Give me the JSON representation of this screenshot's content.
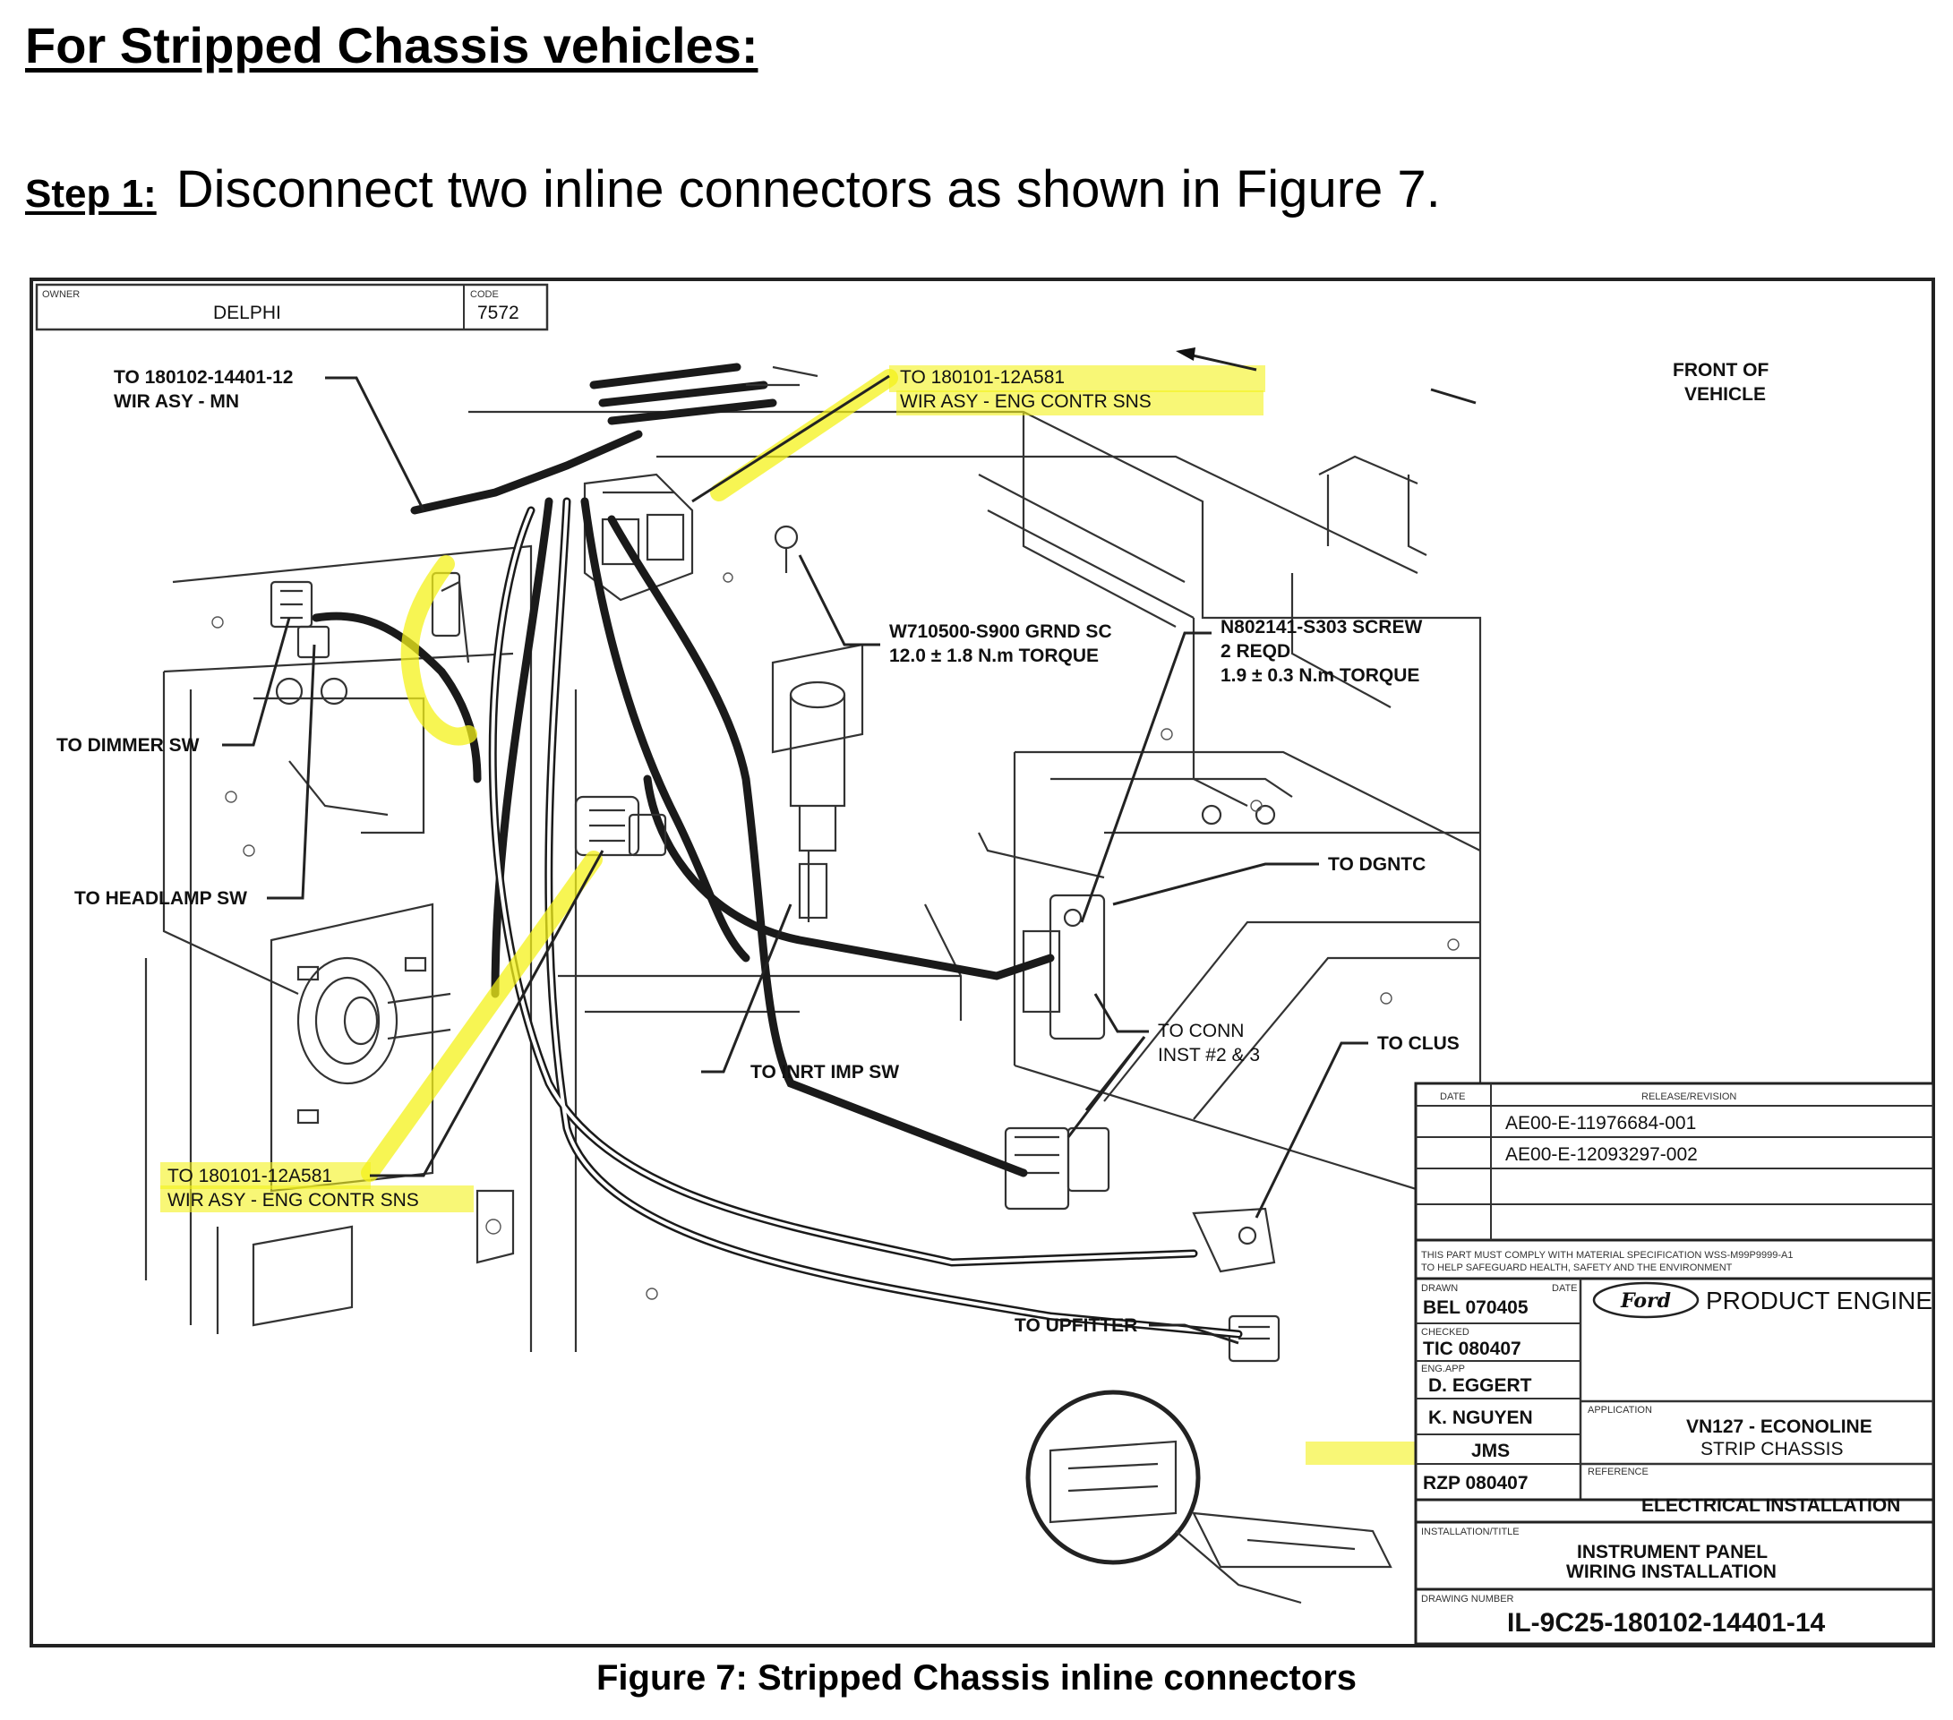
{
  "heading": "For Stripped Chassis vehicles:",
  "step": {
    "label": "Step 1:",
    "text": "Disconnect two inline connectors as shown in Figure 7."
  },
  "figure": {
    "owner_label": "OWNER",
    "owner_value": "DELPHI",
    "code_label": "CODE",
    "code_value": "7572",
    "front_of_vehicle": [
      "FRONT OF",
      "VEHICLE"
    ],
    "callouts": {
      "wir_asy_mn": [
        "TO 180102-14401-12",
        "WIR ASY - MN"
      ],
      "eng_contr_sns_top": [
        "TO 180101-12A581",
        "WIR ASY - ENG CONTR SNS"
      ],
      "grnd_screw": [
        "W710500-S900 GRND SC",
        "12.0 ± 1.8 N.m TORQUE"
      ],
      "screw": [
        "N802141-S303 SCREW",
        "2 REQD",
        "1.9 ± 0.3 N.m TORQUE"
      ],
      "dimmer_sw": "TO DIMMER SW",
      "headlamp_sw": "TO HEADLAMP SW",
      "dgntc": "TO DGNTC",
      "conn_inst": [
        "TO CONN",
        "INST #2 & 3"
      ],
      "clus": "TO CLUS",
      "inrt_imp_sw": "TO INRT IMP SW",
      "eng_contr_sns_bottom": [
        "TO 180101-12A581",
        "WIR ASY - ENG CONTR SNS"
      ],
      "upfitter": "TO UPFITTER"
    },
    "title_block": {
      "date_label": "DATE",
      "release_label": "RELEASE/REVISION",
      "revisions": [
        "AE00-E-11976684-001",
        "AE00-E-12093297-002"
      ],
      "compliance": [
        "THIS PART MUST COMPLY WITH MATERIAL SPECIFICATION WSS-M99P9999-A1",
        "TO HELP SAFEGUARD HEALTH, SAFETY AND THE ENVIRONMENT"
      ],
      "drawn_label": "DRAWN",
      "date_small_label": "DATE",
      "drawn_value": "BEL  070405",
      "checked_label": "CHECKED",
      "checked_value": "TIC  080407",
      "eng_app_label": "ENG.APP",
      "eng_app_value": "D. EGGERT",
      "approver_1": "K. NGUYEN",
      "approver_2": "JMS",
      "approver_3": "RZP  080407",
      "ford_logo": "Ford",
      "dept": "PRODUCT ENGINEERING",
      "application_label": "APPLICATION",
      "application_1": "VN127 - ECONOLINE",
      "application_2": "STRIP CHASSIS",
      "reference_label": "REFERENCE",
      "reference_value": "ELECTRICAL INSTALLATION",
      "installation_title_label": "INSTALLATION/TITLE",
      "installation_title": [
        "INSTRUMENT PANEL",
        "WIRING INSTALLATION"
      ],
      "drawing_number_label": "DRAWING NUMBER",
      "drawing_number": "IL-9C25-180102-14401-14"
    }
  },
  "caption": "Figure 7:  Stripped Chassis inline connectors",
  "colors": {
    "highlight": "#f4f21a",
    "ink": "#111111"
  }
}
